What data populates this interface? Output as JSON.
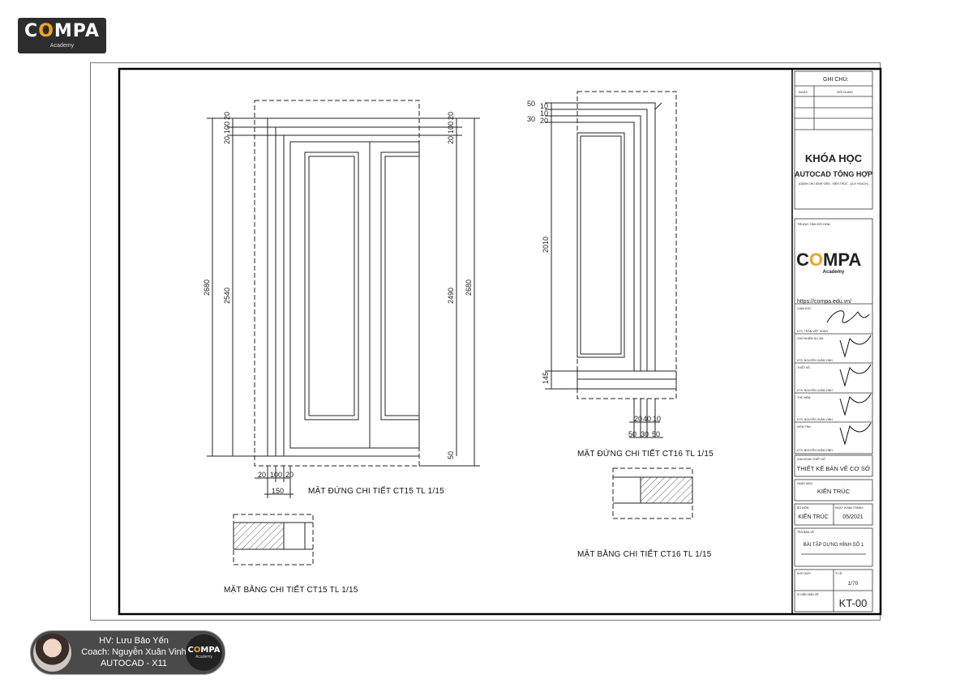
{
  "logo": {
    "word_pre": "C",
    "word_o": "O",
    "word_post": "MPA",
    "sub": "Academy"
  },
  "drawing_ct15": {
    "left_dims": [
      "20",
      "100",
      "20",
      "2680",
      "2540"
    ],
    "right_dims": [
      "20",
      "100",
      "20",
      "2490",
      "2680",
      "50"
    ],
    "bottom_dims": [
      "20",
      "100",
      "20",
      "150"
    ],
    "elevation_caption": "MẶT ĐỨNG CHI TIẾT CT15 TL 1/15",
    "plan_caption": "MẶT BẰNG CHI TIẾT CT15 TL 1/15"
  },
  "drawing_ct16": {
    "top_dims": [
      "30",
      "50",
      "20",
      "10",
      "10"
    ],
    "left_dims": [
      "2010",
      "145"
    ],
    "bottom_dims_top": [
      "20",
      "40",
      "10"
    ],
    "bottom_dims_bottom": [
      "50",
      "30",
      "50"
    ],
    "elevation_caption": "MẶT ĐỨNG CHI TIẾT CT16 TL 1/15",
    "plan_caption": "MẶT BẰNG CHI TIẾT CT16 TL 1/15"
  },
  "title_block": {
    "notes_header": "GHI CHÚ:",
    "col_date": "NGÀY",
    "col_content": "NỘI DUNG",
    "course_title_1": "KHÓA HỌC",
    "course_title_2": "AUTOCAD TỔNG HỢP",
    "course_sub": "(DÀNH CHO SINH VIÊN - KIẾN TRÚC - QUY HOẠCH)",
    "center_label": "TRUNG TÂM ĐỒ HỌA:",
    "center_logo_pre": "C",
    "center_logo_o": "O",
    "center_logo_post": "MPA",
    "center_logo_sub": "Academy",
    "website": "https://compa.edu.vn/",
    "director_label": "GIÁM ĐỐC",
    "director_name": "KTS. TRẦN VIỆT HÙNG",
    "roles": [
      {
        "label": "CHỦ NHIỆM DỰ ÁN:",
        "name": "KTS. NGUYỄN XUÂN VINH"
      },
      {
        "label": "THIẾT KẾ:",
        "name": "KTS. NGUYỄN XUÂN VINH"
      },
      {
        "label": "THỂ HIỆN:",
        "name": "KTS. NGUYỄN XUÂN VINH"
      },
      {
        "label": "KIỂM TRA:",
        "name": "KTS. NGUYỄN XUÂN VINH"
      }
    ],
    "phase_label": "GIAI ĐOẠN THIẾT KẾ:",
    "phase_value": "THIẾT KẾ BẢN VẼ CƠ SỞ",
    "item_label": "HẠNG MỤC:",
    "item_value": "KIẾN TRÚC",
    "dept_label": "BỘ MÔN:",
    "dept_value": "KIẾN TRÚC",
    "date_label": "NGÀY HOÀN THÀNH:",
    "date_value": "05/2021",
    "sheet_name_label": "TÊN BẢN VẼ:",
    "sheet_name_value": "BÀI TẬP DỰNG HÌNH SỐ 1",
    "paper_label": "KHỔ GIẤY:",
    "scale_label": "TỈ LỆ:",
    "scale_value": "1/70",
    "sheet_no_label": "KÍ HIỆU BẢN VẼ:",
    "sheet_no_value": "KT-00"
  },
  "student_badge": {
    "line1": "HV: Lưu Bảo Yến",
    "line2": "Coach: Nguyễn Xuân Vinh",
    "line3": "AUTOCAD - X11",
    "logo_pre": "C",
    "logo_o": "O",
    "logo_post": "MPA",
    "logo_sub": "Academy"
  }
}
